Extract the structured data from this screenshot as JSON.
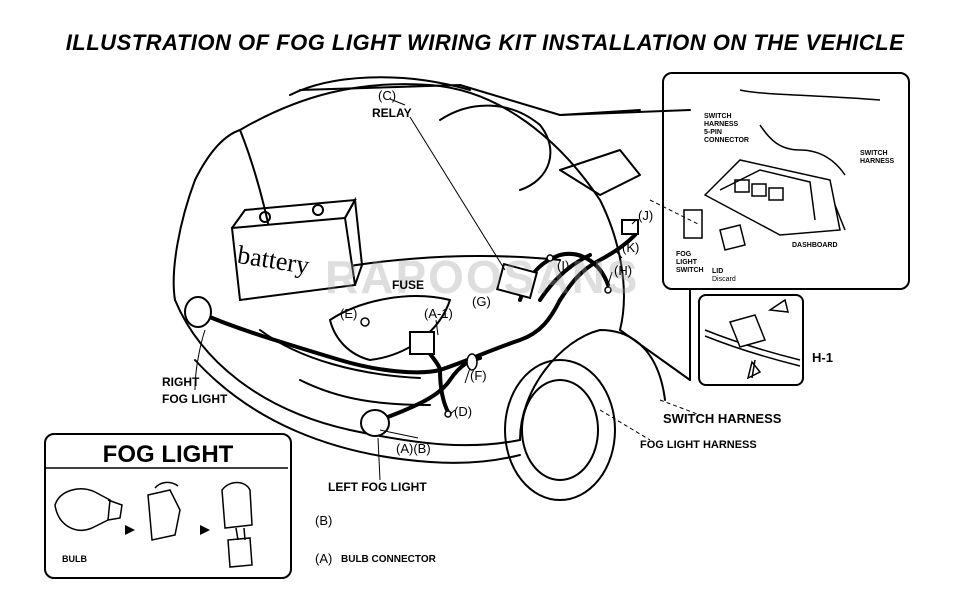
{
  "title": "ILLUSTRATION OF FOG LIGHT WIRING KIT INSTALLATION ON THE VEHICLE",
  "watermark": "RAPOOSANS",
  "labels": {
    "relay_letter": "(C)",
    "relay": "RELAY",
    "battery": "battery",
    "fuse": "FUSE",
    "e": "(E)",
    "a1": "(A-1)",
    "g": "(G)",
    "i": "(I)",
    "j": "(J)",
    "k": "(K)",
    "h": "(H)",
    "f": "(F)",
    "d": "(D)",
    "ab": "(A)(B)",
    "right_fog_1": "RIGHT",
    "right_fog_2": "FOG LIGHT",
    "left_fog": "LEFT  FOG LIGHT",
    "switch_harness": "SWITCH HARNESS",
    "fog_light_harness": "FOG LIGHT HARNESS",
    "b": "(B)",
    "a_bulb_connector_letter": "(A)",
    "a_bulb_connector": "BULB CONNECTOR"
  },
  "inset": {
    "switch_harness_5pin_1": "SWITCH",
    "switch_harness_5pin_2": "HARNESS",
    "switch_harness_5pin_3": "5-PIN",
    "switch_harness_5pin_4": "CONNECTOR",
    "switch_harness_1": "SWITCH",
    "switch_harness_2": "HARNESS",
    "dashboard": "DASHBOARD",
    "fog_light_switch_1": "FOG",
    "fog_light_switch_2": "LIGHT",
    "fog_light_switch_3": "SWITCH",
    "lid_1": "LID",
    "lid_2": "Discard"
  },
  "h1_label": "H-1",
  "fog_box": {
    "title": "FOG LIGHT",
    "bulb": "BULB"
  }
}
